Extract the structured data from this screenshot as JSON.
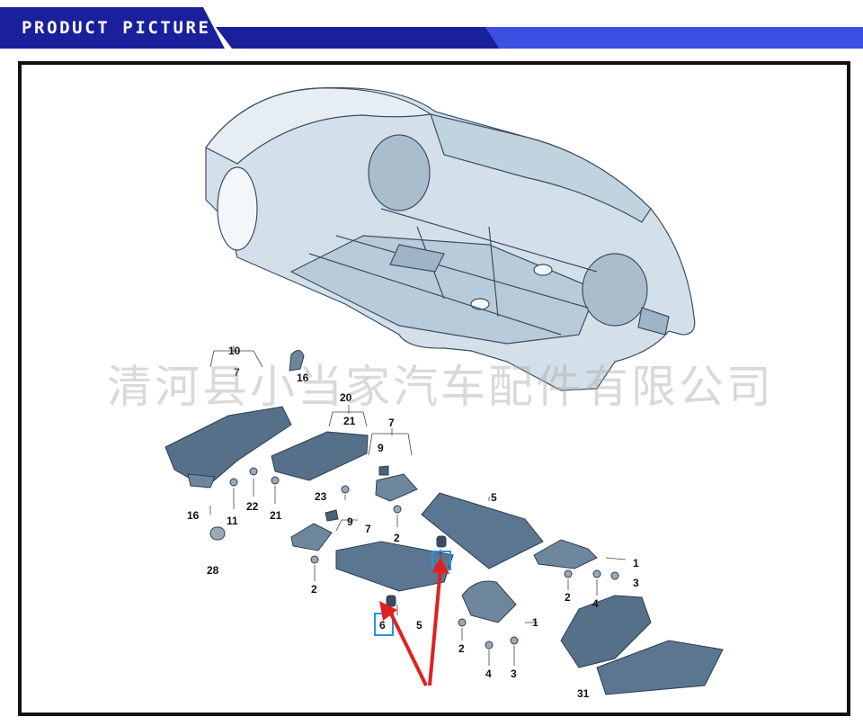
{
  "header": {
    "title": "PRODUCT PICTURE",
    "colors": {
      "banner": "#1a1f9c",
      "accent": "#3b4fe0"
    }
  },
  "watermark": {
    "text": "清河县小当家汽车配件有限公司"
  },
  "diagram": {
    "callouts": {
      "c10": "10",
      "c7a": "7",
      "c16a": "16",
      "c20": "20",
      "c21a": "21",
      "c7b": "7",
      "c9a": "9",
      "c16b": "16",
      "c11": "11",
      "c22": "22",
      "c21b": "21",
      "c23": "23",
      "c28": "28",
      "c9b": "9",
      "c7c": "7",
      "c2a": "2",
      "c2b": "2",
      "c5a": "5",
      "c1a": "1",
      "c3a": "3",
      "c2c": "2",
      "c4a": "4",
      "c6": "6",
      "c5b": "5",
      "c1b": "1",
      "c2d": "2",
      "c4b": "4",
      "c3b": "3",
      "c31": "31"
    },
    "highlight_color": "#2a8fe6",
    "arrow_color": "#e02020"
  }
}
